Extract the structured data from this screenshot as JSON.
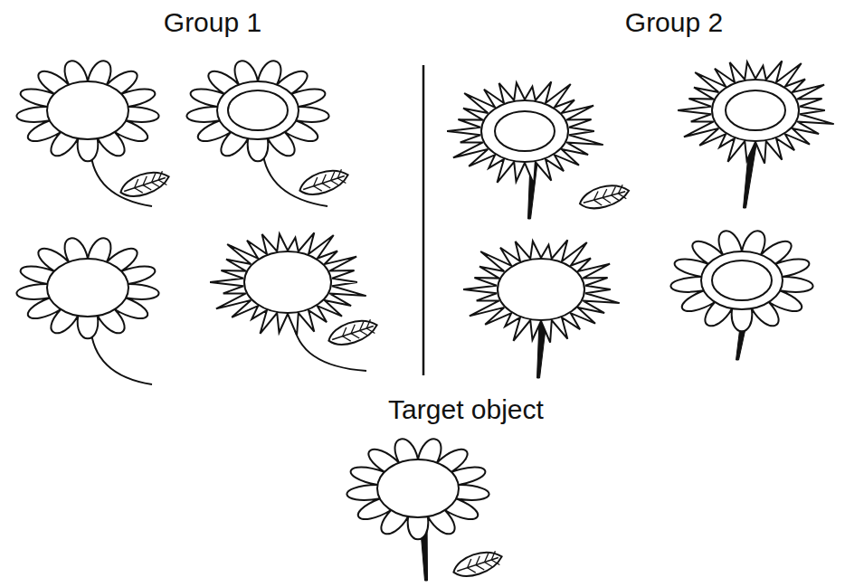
{
  "diagram": {
    "labels": [
      "Group 1",
      "Group 2",
      "Target object"
    ]
  }
}
